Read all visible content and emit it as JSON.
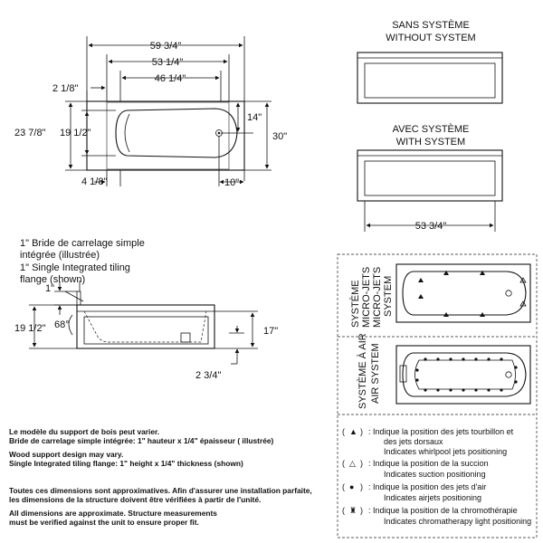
{
  "top_view": {
    "overall_width": "59 3/4\"",
    "width_53": "53 1/4\"",
    "width_46": "46 1/4\"",
    "left_offset": "2 1/8\"",
    "depth_outer": "23 7/8\"",
    "depth_inner": "19 1/2\"",
    "drain_offset": "14\"",
    "overall_depth": "30\"",
    "left_bottom": "4 1/8\"",
    "drain_from_end": "10\""
  },
  "front_views": {
    "without_fr": "SANS SYSTÈME",
    "without_en": "WITHOUT SYSTEM",
    "with_fr": "AVEC SYSTÈME",
    "with_en": "WITH SYSTEM",
    "width": "53 3/4\""
  },
  "flange_caption": {
    "fr_line1": "1\" Bride de carrelage simple",
    "fr_line2": "intégrée (illustrée)",
    "en_line1": "1\" Single Integrated tiling",
    "en_line2": "flange (shown)"
  },
  "side_view": {
    "flange": "1\"",
    "height": "19 1/2\"",
    "angle": "68°",
    "apron": "17\"",
    "base": "2 3/4\""
  },
  "systems": {
    "micro_fr": "SYSTÈME",
    "micro_fr2": "MICRO-JETS",
    "micro_en": "MICRO-JETS",
    "micro_en2": "SYSTEM",
    "air_fr": "SYSTÈME À AIR",
    "air_en": "AIR SYSTEM"
  },
  "legend": [
    {
      "symbol": "▲",
      "fr": ": Indique la position des jets tourbillon et",
      "fr2": "des jets dorsaux",
      "en": "Indicates whirlpool jets positioning"
    },
    {
      "symbol": "△",
      "fr": ": Indique la position de la succion",
      "fr2": "",
      "en": "Indicates suction positioning"
    },
    {
      "symbol": "●",
      "fr": ": Indique la position des jets d'air",
      "fr2": "",
      "en": "Indicates airjets positioning"
    },
    {
      "symbol": "♜",
      "fr": ": Indique la position de la chromothérapie",
      "fr2": "",
      "en": "Indicates chromatherapy light positioning"
    }
  ],
  "notes": {
    "n1": "Le modèle du support de bois peut varier.",
    "n2": "Bride de carrelage simple intégrée: 1\" hauteur x 1/4\" épaisseur ( illustrée)",
    "n3": "Wood support design may vary.",
    "n4": "Single Integrated tiling flange: 1\" height x 1/4\" thickness (shown)",
    "n5": "Toutes ces dimensions sont approximatives. Afin d'assurer une installation parfaite,",
    "n6": "les dimensions de la structure doivent être vérifiées à partir de l'unité.",
    "n7": "All dimensions are approximate. Structure measurements",
    "n8": "must be verified against the unit to ensure proper fit."
  }
}
